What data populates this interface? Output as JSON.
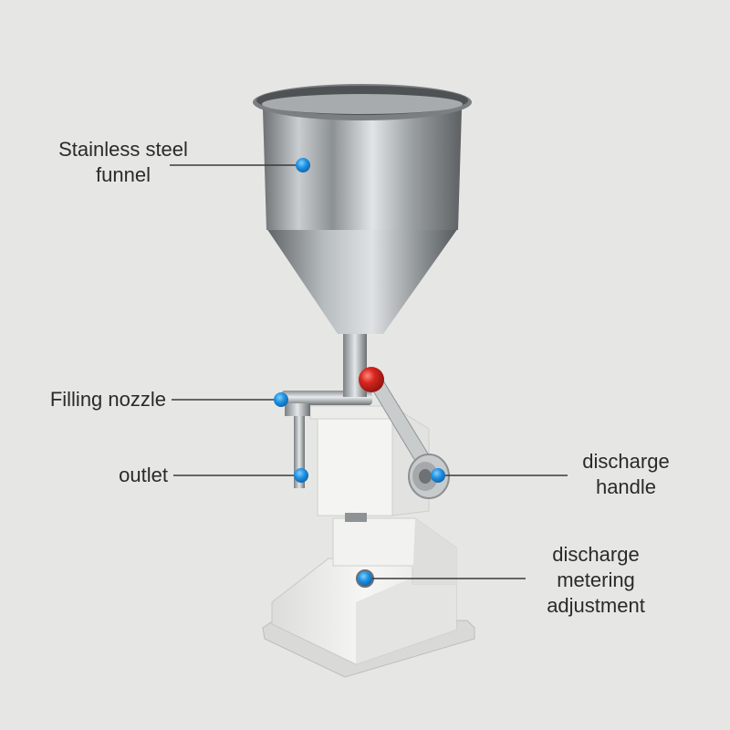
{
  "callouts": {
    "funnel": {
      "line1": "Stainless steel",
      "line2": "funnel"
    },
    "nozzle": {
      "text": "Filling nozzle"
    },
    "outlet": {
      "text": "outlet"
    },
    "handle": {
      "line1": "discharge",
      "line2": "handle"
    },
    "metering": {
      "line1": "discharge",
      "line2": "metering",
      "line3": "adjustment"
    }
  },
  "colors": {
    "background": "#e6e7e5",
    "marker": "#1e8fe0",
    "knob": "#d0201c",
    "body": "#f1f1ef"
  }
}
